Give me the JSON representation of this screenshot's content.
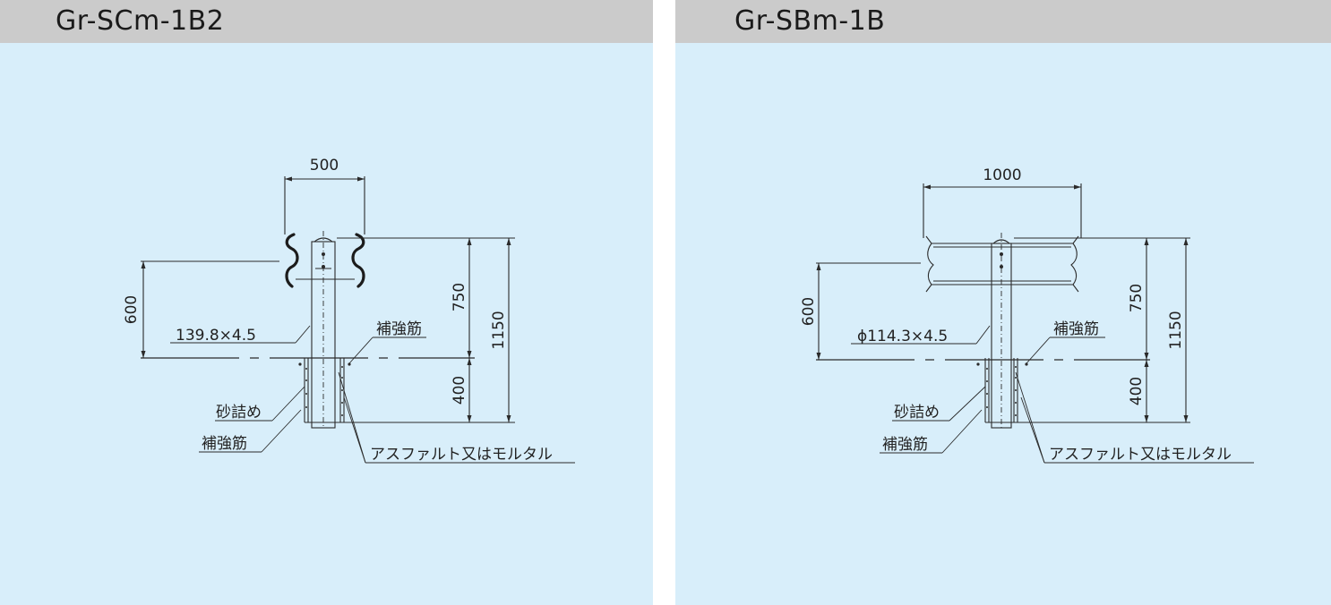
{
  "panels": [
    {
      "title": "Gr-SCm-1B2",
      "dims": {
        "rail_width": "500",
        "rail_height": "600",
        "above_ground": "750",
        "total": "1150",
        "embed": "400"
      },
      "labels": {
        "post": "139.8×4.5",
        "rebar_top": "補強筋",
        "sand": "砂詰め",
        "rebar_bottom": "補強筋",
        "asphalt": "アスファルト又はモルタル"
      }
    },
    {
      "title": "Gr-SBm-1B",
      "dims": {
        "rail_width": "1000",
        "rail_height": "600",
        "above_ground": "750",
        "total": "1150",
        "embed": "400"
      },
      "labels": {
        "post": "ϕ114.3×4.5",
        "rebar_top": "補強筋",
        "sand": "砂詰め",
        "rebar_bottom": "補強筋",
        "asphalt": "アスファルト又はモルタル"
      }
    }
  ]
}
